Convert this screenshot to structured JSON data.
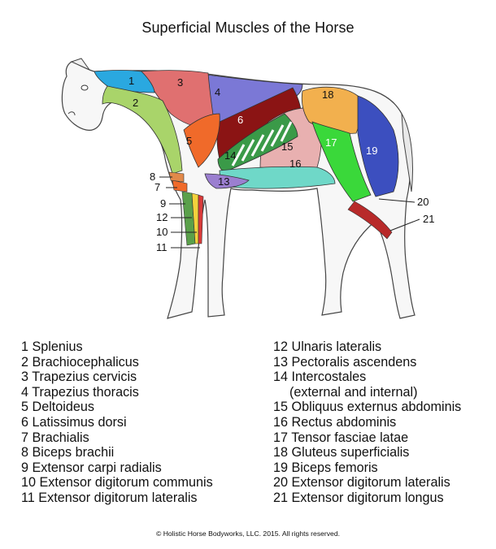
{
  "title": "Superficial Muscles of the Horse",
  "callouts": [
    "1",
    "2",
    "3",
    "4",
    "5",
    "6",
    "7",
    "8",
    "9",
    "10",
    "11",
    "12",
    "13",
    "14",
    "15",
    "16",
    "17",
    "18",
    "19",
    "20",
    "21"
  ],
  "legend_left": [
    "1 Splenius",
    "2 Brachiocephalicus",
    "3 Trapezius cervicis",
    "4 Trapezius thoracis",
    "5 Deltoideus",
    "6 Latissimus dorsi",
    "7 Brachialis",
    "8 Biceps brachii",
    "9 Extensor carpi radialis",
    "10 Extensor digitorum communis",
    "11 Extensor digitorum lateralis"
  ],
  "legend_right": [
    "12 Ulnaris lateralis",
    "13 Pectoralis ascendens",
    "14 Intercostales",
    "(external and internal)",
    "15 Obliquus externus abdominis",
    "16 Rectus abdominis",
    "17 Tensor fasciae latae",
    "18 Gluteus superficialis",
    "19 Biceps femoris",
    "20 Extensor digitorum lateralis",
    "21 Extensor digitorum longus"
  ],
  "copyright": "©  Holistic Horse Bodyworks, LLC.  2015.  All rights reserved.",
  "colors": {
    "splenius": "#2aa8e0",
    "brachiocephalicus": "#a9d46a",
    "trapezius_cervicis": "#e07070",
    "trapezius_thoracis": "#7b78d6",
    "deltoideus": "#f06a2a",
    "latissimus_dorsi": "#8b1414",
    "pectoralis": "#9b7fd0",
    "intercostales": "#3a9a48",
    "obliquus": "#e0a0a0",
    "rectus": "#6fd8c8",
    "tensor": "#3ad83a",
    "gluteus": "#f2b04e",
    "biceps_femoris": "#3c4fbf",
    "hind_extensors": "#d83a3a",
    "foreleg_yellow": "#f3d23c",
    "foreleg_green": "#5aa04a",
    "foreleg_red": "#d83a3a"
  }
}
